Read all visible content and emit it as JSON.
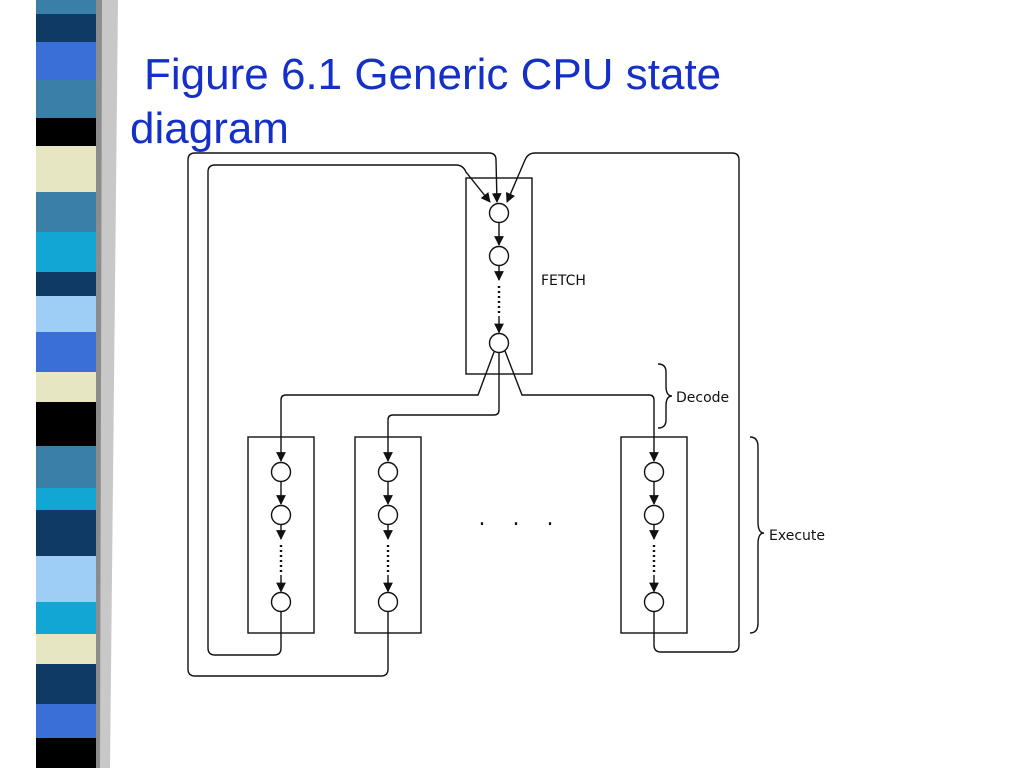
{
  "slide": {
    "title_line1": "Figure 6.1 Generic CPU state",
    "title_line2": "diagram"
  },
  "diagram": {
    "labels": {
      "fetch": "FETCH",
      "decode": "Decode",
      "execute": "Execute",
      "ellipsis": ". . ."
    }
  },
  "colors": {
    "title": "#1530c8",
    "stripe_palette": [
      "#3a7fa8",
      "#0f3a66",
      "#3b6fd8",
      "#000000",
      "#e6e6c2",
      "#12a6d4",
      "#9ecdf5",
      "#0d1c3f"
    ]
  }
}
